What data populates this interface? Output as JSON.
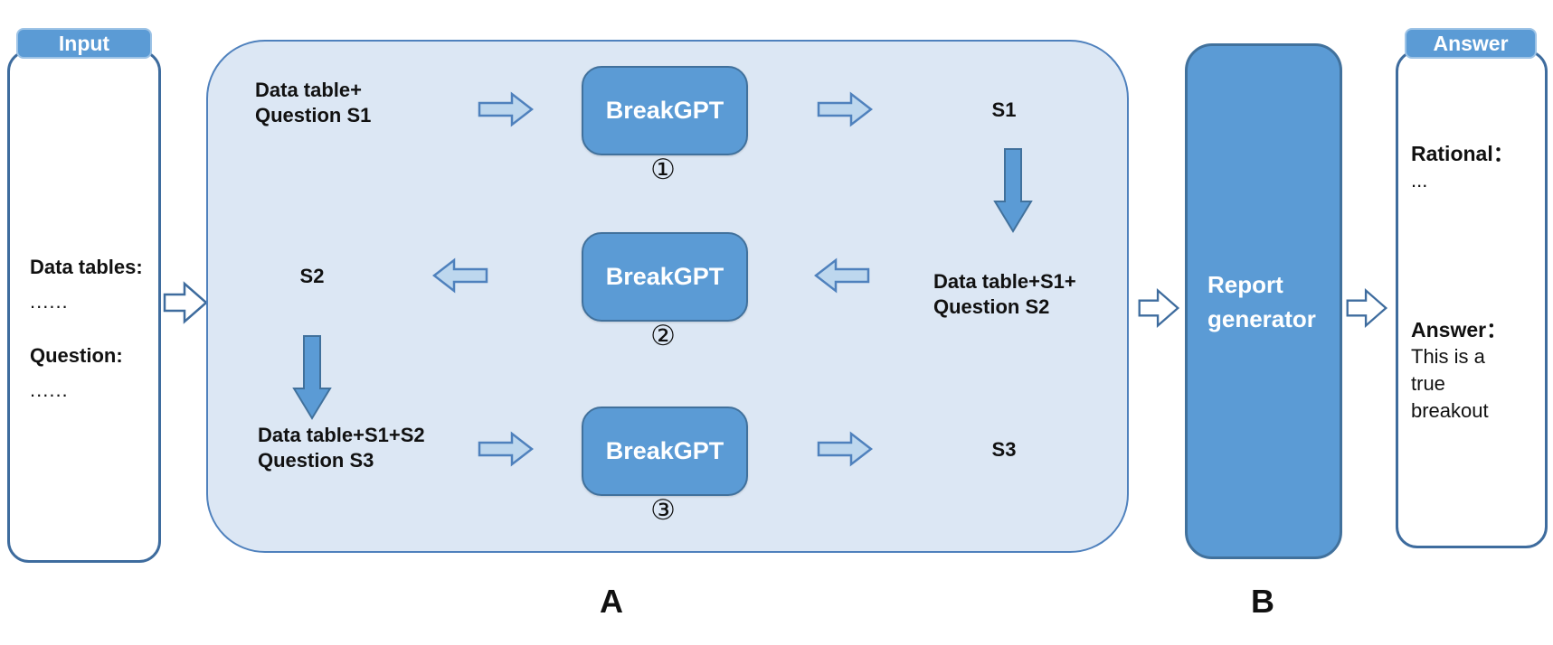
{
  "palette": {
    "solid_blue": "#5b9bd5",
    "solid_blue_border": "#41719c",
    "panel_border": "#3e6c9e",
    "container_fill": "#dce7f4",
    "container_border": "#4f81bd",
    "arrow_light_fill": "#bdd7ee",
    "arrow_light_border": "#4f81bd",
    "arrow_white_fill": "#ffffff",
    "text_white": "#ffffff",
    "text_black": "#111111"
  },
  "input_panel": {
    "tab_label": "Input",
    "data_tables_label": "Data tables:",
    "data_tables_value": "......",
    "question_label": "Question:",
    "question_value": "......"
  },
  "stage_a": {
    "section_label": "A",
    "rows": [
      {
        "left_line1": "Data table+",
        "left_line2": "Question S1",
        "model": "BreakGPT",
        "step": "①",
        "output": "S1"
      },
      {
        "output": "S2",
        "model": "BreakGPT",
        "step": "②",
        "right_line1": "Data table+S1+",
        "right_line2": "Question S2"
      },
      {
        "left_line1": "Data table+S1+S2",
        "left_line2": "Question S3",
        "model": "BreakGPT",
        "step": "③",
        "output": "S3"
      }
    ]
  },
  "stage_b": {
    "section_label": "B",
    "label": "Report generator"
  },
  "answer_panel": {
    "tab_label": "Answer",
    "rational_label": "Rational：",
    "rational_value": "...",
    "answer_label": "Answer：",
    "answer_value": "This is a true breakout"
  }
}
